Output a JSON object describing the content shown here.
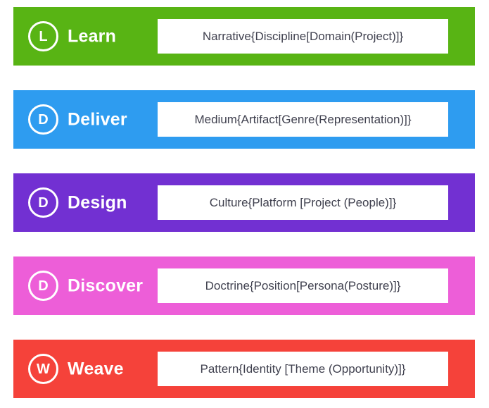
{
  "diagram": {
    "title": "five-phase process bars",
    "label_text_color": "#ffffff",
    "value_text_color": "#40414f",
    "rows": [
      {
        "letter": "L",
        "label": "Learn",
        "value": "Narrative{Discipline[Domain(Project)]}",
        "color": "#58b414"
      },
      {
        "letter": "D",
        "label": "Deliver",
        "value": "Medium{Artifact[Genre(Representation)]}",
        "color": "#2e9cf0"
      },
      {
        "letter": "D",
        "label": "Design",
        "value": "Culture{Platform [Project (People)]}",
        "color": "#7230d2"
      },
      {
        "letter": "D",
        "label": "Discover",
        "value": "Doctrine{Position[Persona(Posture)]}",
        "color": "#ed5ed8"
      },
      {
        "letter": "W",
        "label": "Weave",
        "value": "Pattern{Identity [Theme (Opportunity)]}",
        "color": "#f5423a"
      }
    ]
  }
}
